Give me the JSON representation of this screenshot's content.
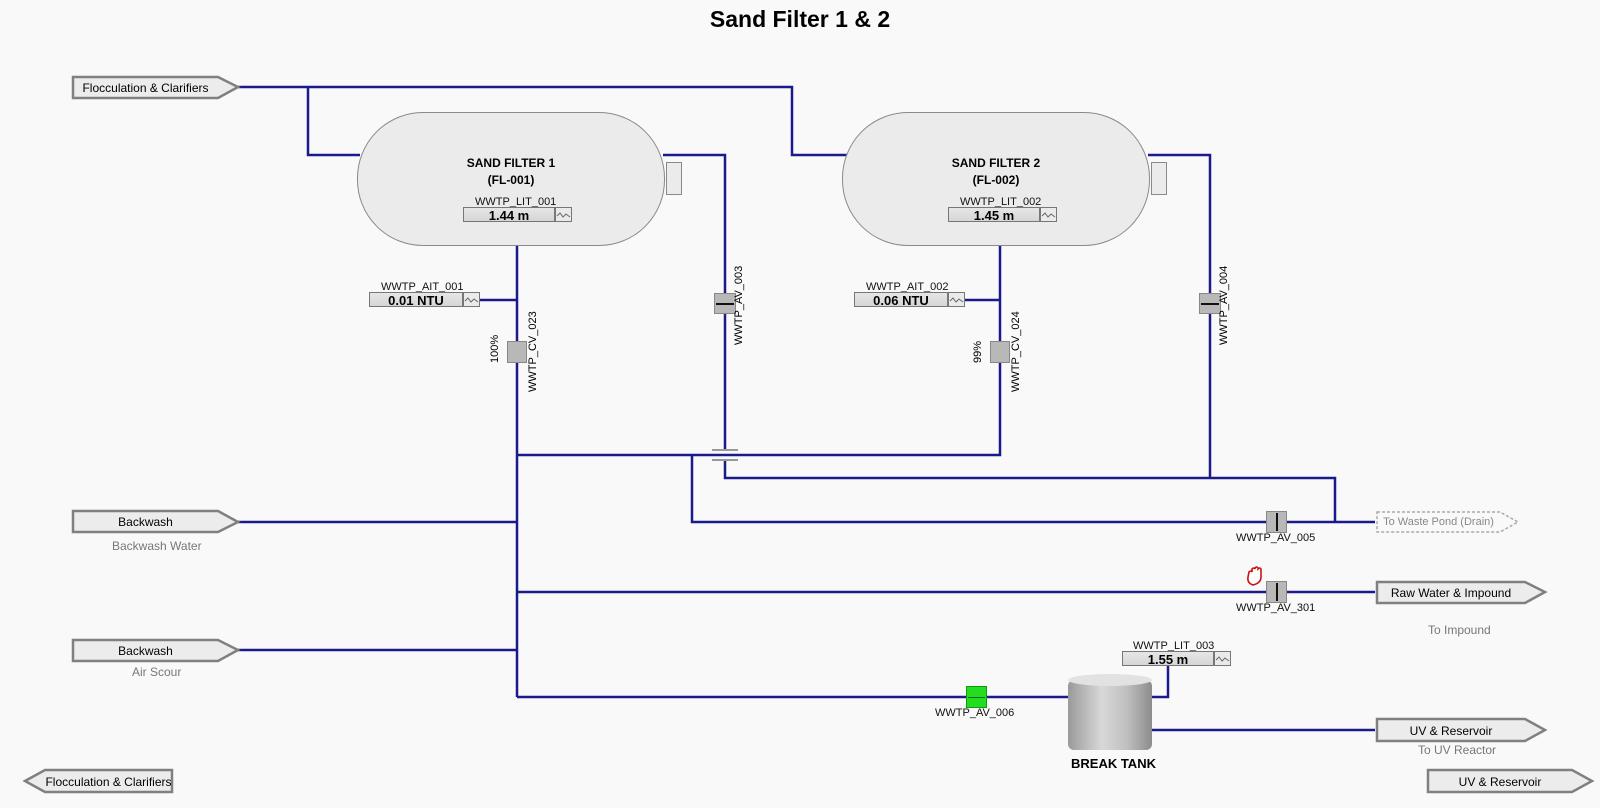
{
  "title": "Sand Filter 1 & 2",
  "colors": {
    "pipe": "#1a1a8c",
    "valve_open_green": "#22dd22",
    "valve_gray": "#b8b8b8",
    "interlock_red": "#cc1111"
  },
  "filters": [
    {
      "name": "SAND FILTER 1",
      "id": "(FL-001)",
      "level_tag": "WWTP_LIT_001",
      "level_value": "1.44 m",
      "turbidity_tag": "WWTP_AIT_001",
      "turbidity_value": "0.01 NTU",
      "control_valve_tag": "WWTP_CV_023",
      "control_valve_pct": "100%",
      "backwash_valve_tag": "WWTP_AV_003"
    },
    {
      "name": "SAND FILTER 2",
      "id": "(FL-002)",
      "level_tag": "WWTP_LIT_002",
      "level_value": "1.45 m",
      "turbidity_tag": "WWTP_AIT_002",
      "turbidity_value": "0.06 NTU",
      "control_valve_tag": "WWTP_CV_024",
      "control_valve_pct": "99%",
      "backwash_valve_tag": "WWTP_AV_004"
    }
  ],
  "valves": {
    "av005": "WWTP_AV_005",
    "av301": "WWTP_AV_301",
    "av006": "WWTP_AV_006"
  },
  "break_tank": {
    "name": "BREAK TANK",
    "level_tag": "WWTP_LIT_003",
    "level_value": "1.55 m"
  },
  "links": {
    "in_flocc": "Flocculation & Clarifiers",
    "backwash_water": {
      "label": "Backwash",
      "sub": "Backwash Water"
    },
    "backwash_air": {
      "label": "Backwash",
      "sub": "Air Scour"
    },
    "waste_pond": "To Waste Pond (Drain)",
    "raw_water": {
      "label": "Raw Water & Impound",
      "sub": "To Impound"
    },
    "uv": {
      "label": "UV & Reservoir",
      "sub": "To UV Reactor"
    },
    "nav_back": "Flocculation & Clarifiers",
    "nav_next": "UV & Reservoir"
  }
}
